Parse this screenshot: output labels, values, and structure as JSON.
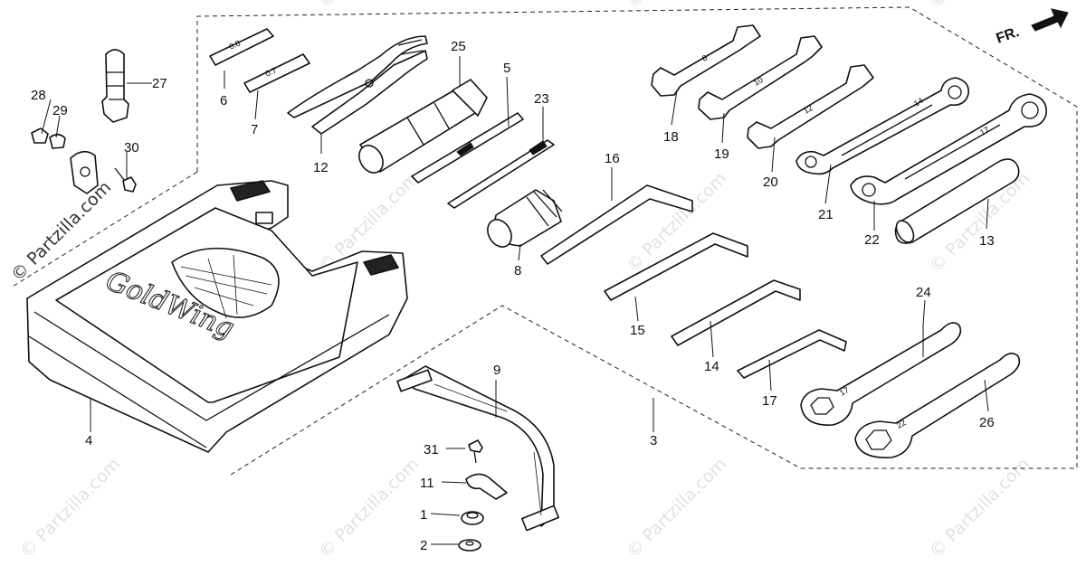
{
  "direction_badge": {
    "label": "FR."
  },
  "labels": {
    "p1": "1",
    "p2": "2",
    "p3": "3",
    "p4": "4",
    "p6": "6",
    "p7": "7",
    "p8": "8",
    "p9": "9",
    "p11": "11",
    "p12": "12",
    "p13": "13",
    "p14": "14",
    "p15": "15",
    "p16": "16",
    "p17": "17",
    "p18": "18",
    "p19": "19",
    "p20": "20",
    "p21": "21",
    "p22": "22",
    "p23": "23",
    "p24": "24",
    "p25": "25",
    "p26": "26",
    "p27": "27",
    "p28": "28",
    "p29": "29",
    "p30": "30",
    "p31": "31",
    "p5": "5"
  },
  "case_branding": {
    "logo_text": "GoldWing"
  },
  "wrench_markings": {
    "w18": "8",
    "w19": "10",
    "w20": "12",
    "w21": "14",
    "w22": "17",
    "w24": "17",
    "w26": "22",
    "s6": "0.8",
    "s7": "0.7"
  },
  "watermark": {
    "text": "© Partzilla.com"
  }
}
